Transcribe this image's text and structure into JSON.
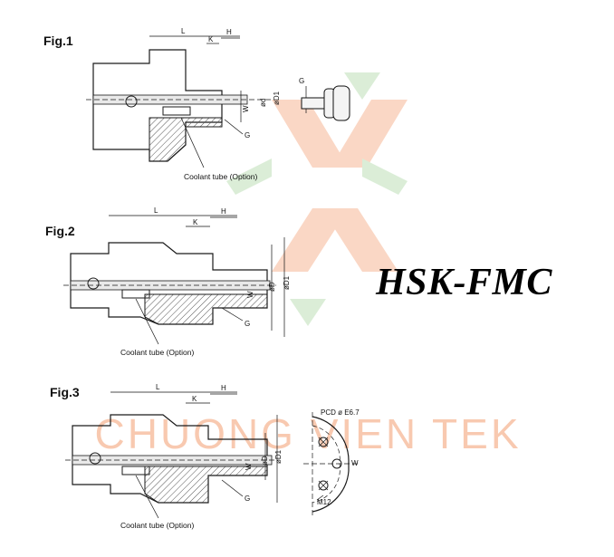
{
  "figures": [
    {
      "label": "Fig.1",
      "caption": "Coolant tube (Option)"
    },
    {
      "label": "Fig.2",
      "caption": "Coolant tube (Option)"
    },
    {
      "label": "Fig.3",
      "caption": "Coolant tube (Option)"
    }
  ],
  "dims": {
    "L": "L",
    "K": "K",
    "H": "H",
    "W": "W",
    "d": "ød",
    "D": "øD",
    "D1": "øD1",
    "G": "G"
  },
  "detail": {
    "g_label": "G",
    "pcd_label": "PCD ø E6.7",
    "m12_label": "M12"
  },
  "brand_title": "HSK-FMC",
  "watermark": "CHUONG VIEN TEK",
  "colors": {
    "watermark_orange": "#f6b896",
    "watermark_green": "#bfe0b8",
    "line": "#1a1a1a",
    "hatch": "#555555"
  }
}
